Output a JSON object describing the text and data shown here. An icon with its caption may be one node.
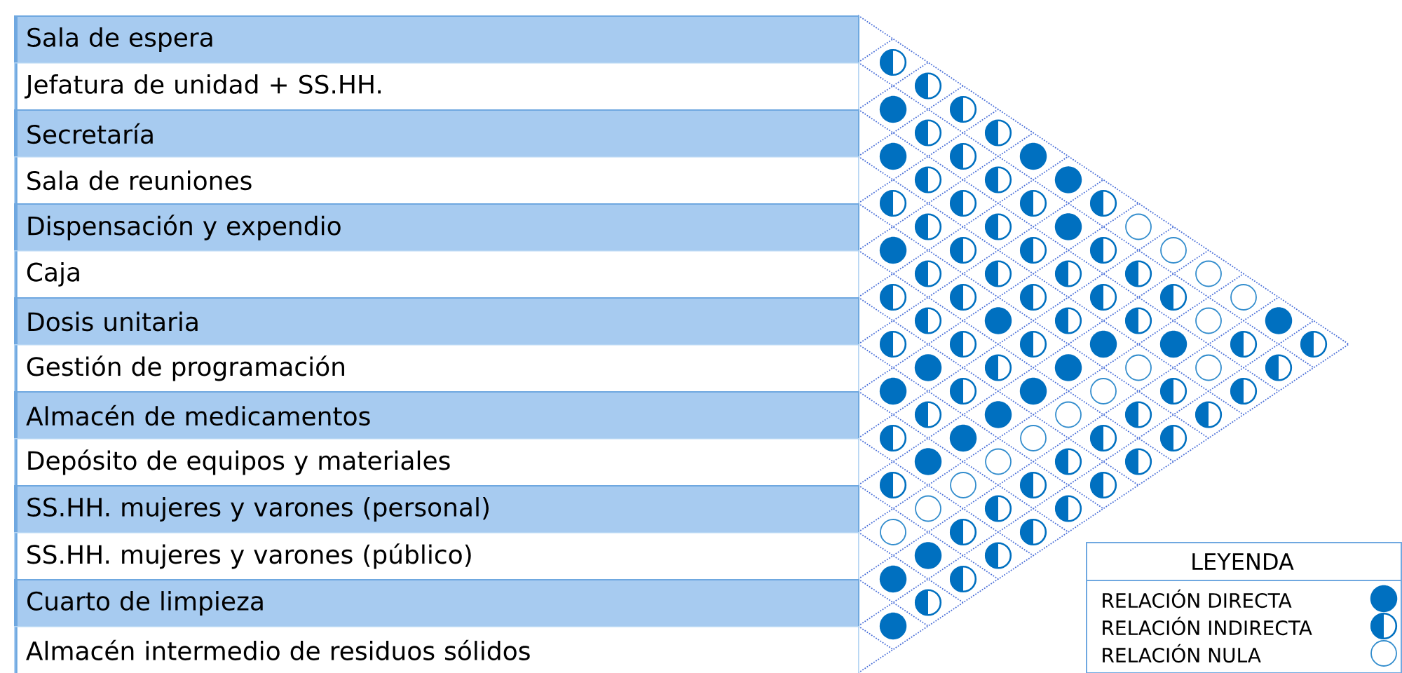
{
  "diagram": {
    "nodes": [
      {
        "text": [
          "Sala de espera"
        ]
      },
      {
        "text": [
          "Jefatura de unidad + SS.HH."
        ]
      },
      {
        "text": [
          "Secretaría"
        ]
      },
      {
        "text": [
          "Sala de reuniones"
        ]
      },
      {
        "text": [
          "Dispensación y expendio"
        ]
      },
      {
        "text": [
          "Caja"
        ]
      },
      {
        "text": [
          "Dosis unitaria"
        ]
      },
      {
        "text": [
          "Gestión de programación"
        ]
      },
      {
        "text": [
          "Almacén de medicamentos"
        ]
      },
      {
        "text": [
          "Depósito de equipos y materiales"
        ]
      },
      {
        "text": [
          "SS.HH. mujeres y varones (personal)"
        ]
      },
      {
        "text": [
          "SS.HH. mujeres y varones (público)"
        ]
      },
      {
        "text": [
          "Cuarto de limpieza"
        ]
      },
      {
        "text": [
          "Almacén intermedio de residuos sólidos"
        ]
      }
    ],
    "labels": [
      "LEYENDA"
    ],
    "legend": [
      {
        "text": "RELACIÓN DIRECTA"
      },
      {
        "text": "RELACIÓN INDIRECTA"
      },
      {
        "text": "RELACIÓN NULA"
      }
    ]
  }
}
